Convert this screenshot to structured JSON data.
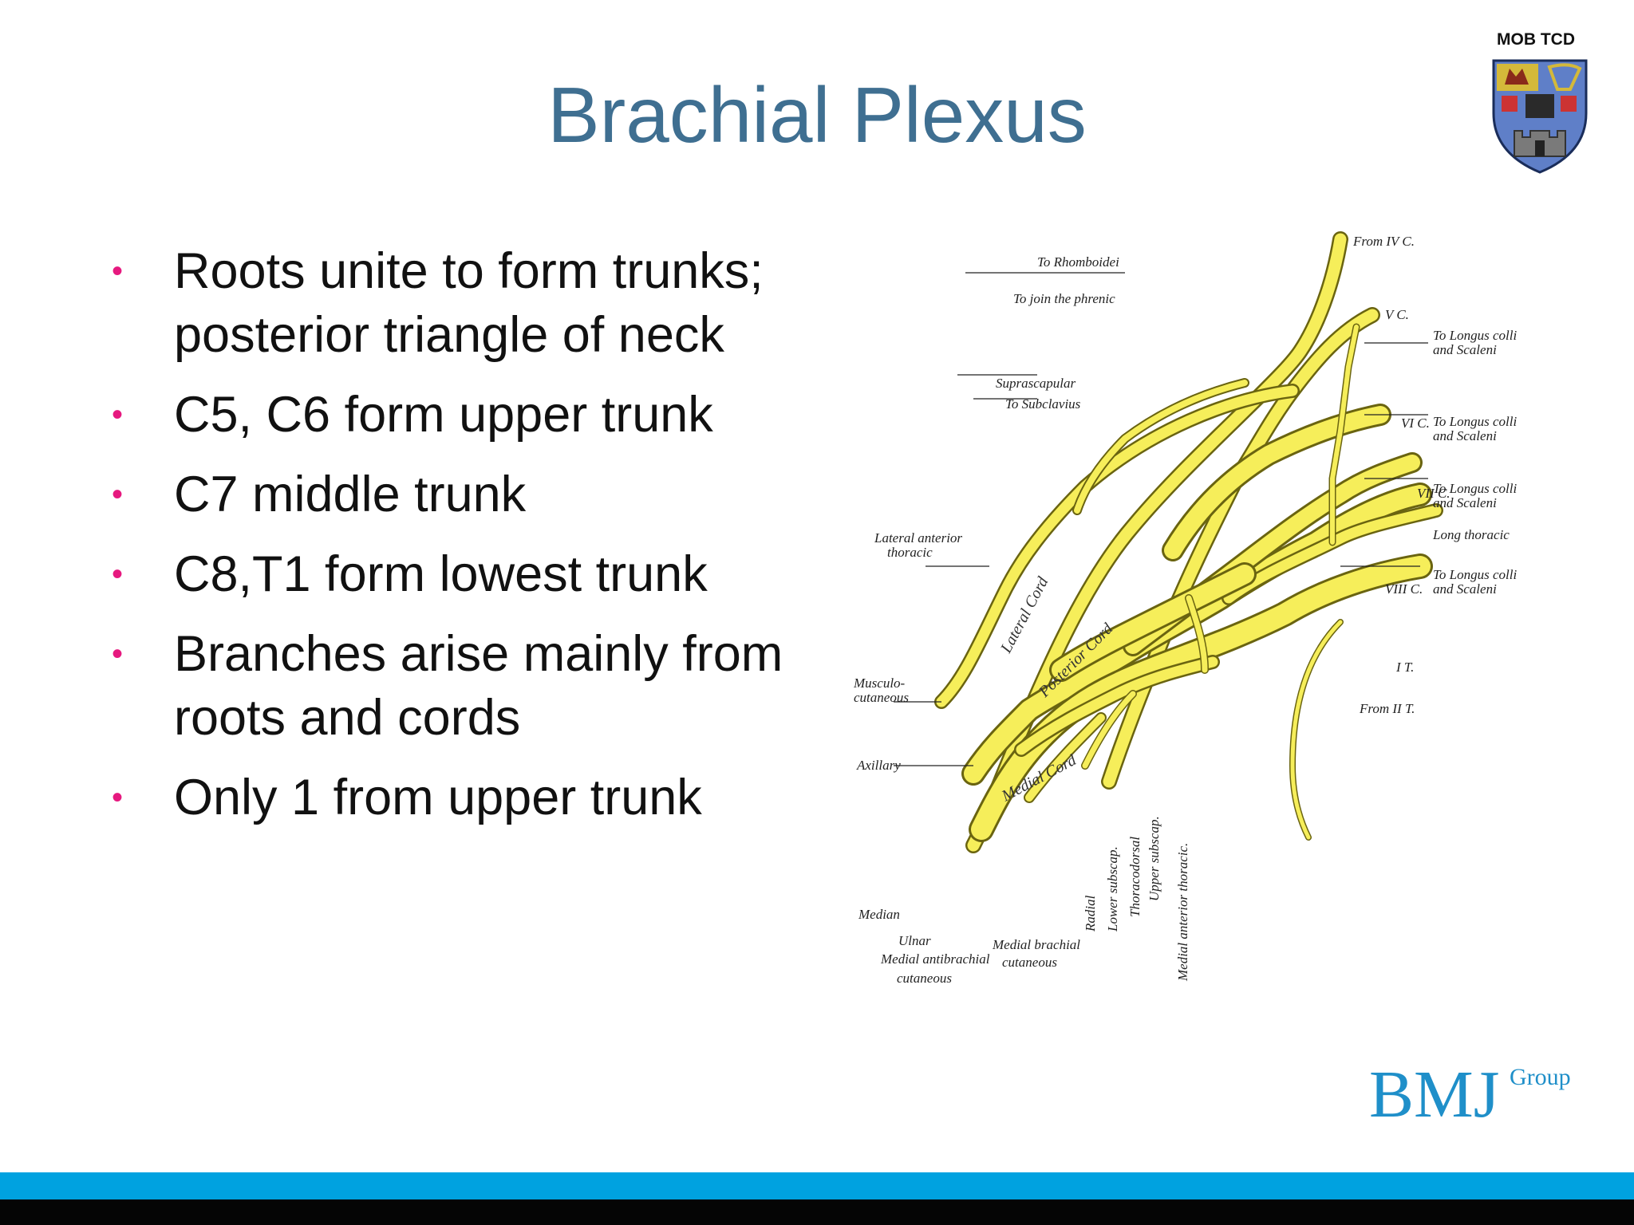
{
  "slide": {
    "title": "Brachial Plexus",
    "tag": "MOB TCD"
  },
  "bullets": [
    "Roots unite to form trunks; posterior triangle of neck",
    "C5, C6 form upper trunk",
    "C7 middle trunk",
    "C8,T1 form lowest trunk",
    "Branches arise mainly from roots and cords",
    "Only 1 from upper trunk"
  ],
  "bullet_glyph": "•",
  "diagram": {
    "labels": {
      "from_iv_c": "From IV C.",
      "v_c": "V C.",
      "vi_c": "VI C.",
      "vii_c": "VII C.",
      "viii_c": "VIII C.",
      "i_t": "I T.",
      "from_ii_t": "From II T.",
      "to_rhomboidei": "To Rhomboidei",
      "to_join_phrenic": "To join the phrenic",
      "suprascapular": "Suprascapular",
      "to_subclavius": "To Subclavius",
      "to_longus_colli": "To Longus colli",
      "and_scaleni": "and Scaleni",
      "long_thoracic": "Long thoracic",
      "lateral_anterior": "Lateral anterior",
      "thoracic": "thoracic",
      "musculo": "Musculo-",
      "cutaneous": "cutaneous",
      "axillary": "Axillary",
      "median": "Median",
      "ulnar": "Ulnar",
      "medial_antibrachial": "Medial antibrachial",
      "medial_brachial": "Medial brachial",
      "radial": "Radial",
      "lower_subscap": "Lower subscap.",
      "thoracodorsal": "Thoracodorsal",
      "upper_subscap": "Upper subscap.",
      "medial_anterior_thoracic": "Medial anterior thoracic.",
      "lateral_cord": "Lateral Cord",
      "posterior_cord": "Posterior Cord",
      "medial_cord": "Medial Cord"
    }
  },
  "logo": {
    "bmj": "BMJ",
    "group": "Group"
  },
  "colors": {
    "title": "#3f6f91",
    "bullet": "#e6197f",
    "nerve_fill": "#f6ee5a",
    "nerve_stroke": "#6a6410",
    "footer_blue": "#00a2e0",
    "footer_black": "#050505",
    "bmj_blue": "#1f8fc9"
  }
}
